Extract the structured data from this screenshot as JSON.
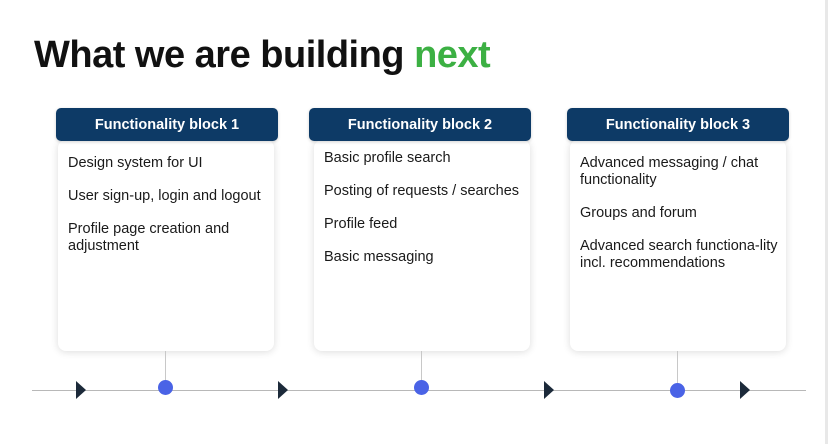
{
  "slide": {
    "title_main": "What we are building ",
    "title_accent": "next",
    "accent_color": "#3cb043",
    "header_color": "#0d3a66",
    "timeline_dot_color": "#4a63e6"
  },
  "blocks": [
    {
      "title": "Functionality block 1",
      "items": [
        "Design system for UI",
        "User sign-up, login and logout",
        "Profile page creation and adjustment"
      ]
    },
    {
      "title": "Functionality block 2",
      "items": [
        "Basic profile search",
        "Posting of requests / searches",
        "Profile feed",
        "Basic messaging"
      ]
    },
    {
      "title": "Functionality block 3",
      "items": [
        "Advanced messaging / chat functionality",
        "Groups and forum",
        "Advanced search functiona-lity incl. recommendations"
      ]
    }
  ]
}
